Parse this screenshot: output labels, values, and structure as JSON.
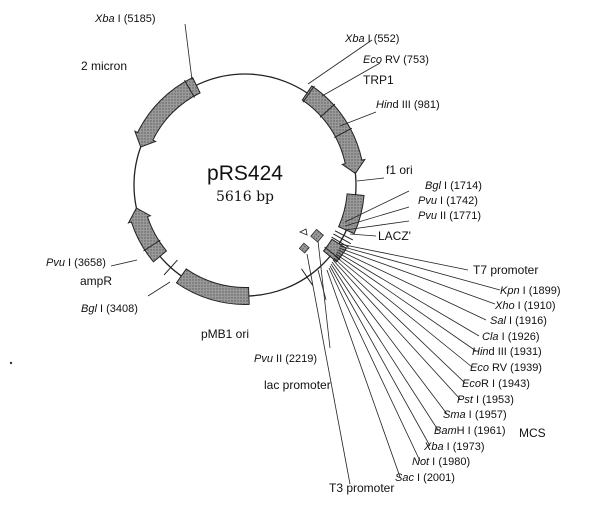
{
  "plasmid": {
    "name": "pRS424",
    "size": "5616 bp"
  },
  "features": [
    {
      "label": "2 micron"
    },
    {
      "label": "TRP1"
    },
    {
      "label": "f1 ori"
    },
    {
      "label": "LACZ'"
    },
    {
      "label": "T7 promoter"
    },
    {
      "label": "ampR"
    },
    {
      "label": "pMB1 ori"
    },
    {
      "label": "lac promoter"
    },
    {
      "label": "T3 promoter"
    },
    {
      "label": "MCS"
    }
  ],
  "sites": [
    {
      "enzyme_italic": "Xba",
      "enzyme_rest": " I",
      "pos": "(5185)"
    },
    {
      "enzyme_italic": "Xba",
      "enzyme_rest": " I",
      "pos": "(552)"
    },
    {
      "enzyme_italic": "Eco",
      "enzyme_rest": " RV",
      "pos": "(753)"
    },
    {
      "enzyme_italic": "Hin",
      "enzyme_rest": "d III",
      "pos": "(981)"
    },
    {
      "enzyme_italic": "Bgl",
      "enzyme_rest": " I",
      "pos": "(1714)"
    },
    {
      "enzyme_italic": "Pvu",
      "enzyme_rest": " I",
      "pos": "(1742)"
    },
    {
      "enzyme_italic": "Pvu",
      "enzyme_rest": " II",
      "pos": "(1771)"
    },
    {
      "enzyme_italic": "Kpn",
      "enzyme_rest": " I",
      "pos": "(1899)"
    },
    {
      "enzyme_italic": "Xho",
      "enzyme_rest": " I",
      "pos": "(1910)"
    },
    {
      "enzyme_italic": "Sal",
      "enzyme_rest": " I",
      "pos": "(1916)"
    },
    {
      "enzyme_italic": "Cla",
      "enzyme_rest": " I",
      "pos": "(1926)"
    },
    {
      "enzyme_italic": "Hin",
      "enzyme_rest": "d III",
      "pos": "(1931)"
    },
    {
      "enzyme_italic": "Eco",
      "enzyme_rest": " RV",
      "pos": "(1939)"
    },
    {
      "enzyme_italic": "Eco",
      "enzyme_rest": "R I",
      "pos": "(1943)"
    },
    {
      "enzyme_italic": "Pst",
      "enzyme_rest": " I",
      "pos": "(1953)"
    },
    {
      "enzyme_italic": "Sma",
      "enzyme_rest": " I",
      "pos": "(1957)"
    },
    {
      "enzyme_italic": "Bam",
      "enzyme_rest": "H I",
      "pos": "(1961)"
    },
    {
      "enzyme_italic": "Xba",
      "enzyme_rest": " I",
      "pos": "(1973)"
    },
    {
      "enzyme_italic": "Not",
      "enzyme_rest": " I",
      "pos": "(1980)"
    },
    {
      "enzyme_italic": "Sac",
      "enzyme_rest": " I",
      "pos": "(2001)"
    },
    {
      "enzyme_italic": "Pvu",
      "enzyme_rest": " I",
      "pos": "(3658)"
    },
    {
      "enzyme_italic": "Bgl",
      "enzyme_rest": " I",
      "pos": "(3408)"
    },
    {
      "enzyme_italic": "Pvu",
      "enzyme_rest": " II",
      "pos": "(2219)"
    }
  ]
}
